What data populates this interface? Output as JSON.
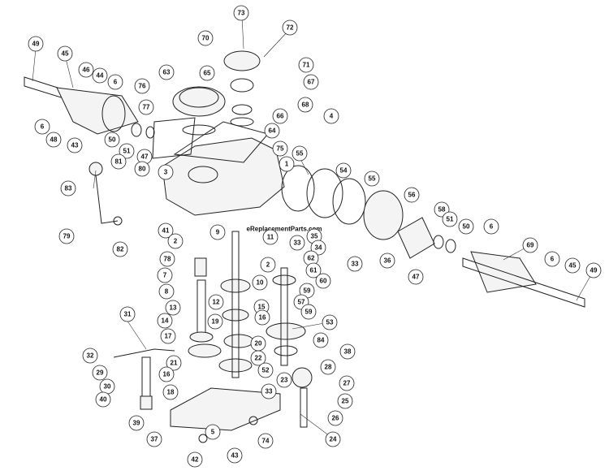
{
  "watermark": "eReplacementParts.com",
  "callouts": [
    "73",
    "72",
    "70",
    "71",
    "67",
    "49",
    "45",
    "46",
    "44",
    "6",
    "65",
    "63",
    "76",
    "68",
    "77",
    "6",
    "48",
    "43",
    "50",
    "51",
    "47",
    "3",
    "64",
    "66",
    "4",
    "75",
    "55",
    "54",
    "55",
    "56",
    "1",
    "83",
    "81",
    "80",
    "79",
    "82",
    "41",
    "9",
    "11",
    "35",
    "33",
    "34",
    "36",
    "33",
    "58",
    "51",
    "50",
    "6",
    "69",
    "6",
    "45",
    "49",
    "47",
    "78",
    "2",
    "62",
    "61",
    "60",
    "59",
    "57",
    "59",
    "2",
    "7",
    "8",
    "12",
    "10",
    "13",
    "15",
    "14",
    "17",
    "19",
    "16",
    "53",
    "20",
    "84",
    "31",
    "32",
    "21",
    "22",
    "52",
    "38",
    "28",
    "29",
    "16",
    "23",
    "27",
    "30",
    "40",
    "18",
    "25",
    "33",
    "26",
    "39",
    "37",
    "5",
    "24",
    "42",
    "43",
    "74"
  ]
}
